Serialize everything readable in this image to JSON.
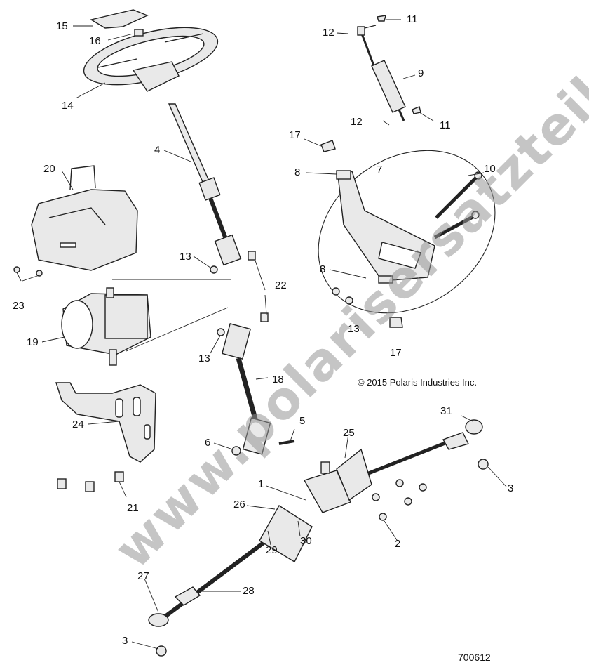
{
  "callouts": {
    "c1": "1",
    "c2": "2",
    "c3a": "3",
    "c3b": "3",
    "c4": "4",
    "c5": "5",
    "c6": "6",
    "c7": "7",
    "c8a": "8",
    "c8b": "8",
    "c9": "9",
    "c10": "10",
    "c11a": "11",
    "c11b": "11",
    "c12a": "12",
    "c12b": "12",
    "c13a": "13",
    "c13b": "13",
    "c13c": "13",
    "c14": "14",
    "c15": "15",
    "c16": "16",
    "c17a": "17",
    "c17b": "17",
    "c18": "18",
    "c19": "19",
    "c20": "20",
    "c21": "21",
    "c22": "22",
    "c23": "23",
    "c24": "24",
    "c25": "25",
    "c26": "26",
    "c27": "27",
    "c28": "28",
    "c29": "29",
    "c30": "30",
    "c31": "31"
  },
  "copyright": "© 2015 Polaris Industries Inc.",
  "drawing_number": "700612",
  "watermark": "www.polarisersatzteile.de",
  "colors": {
    "line": "#222222",
    "part_fill": "#e9e9e9",
    "watermark": "#969696"
  }
}
